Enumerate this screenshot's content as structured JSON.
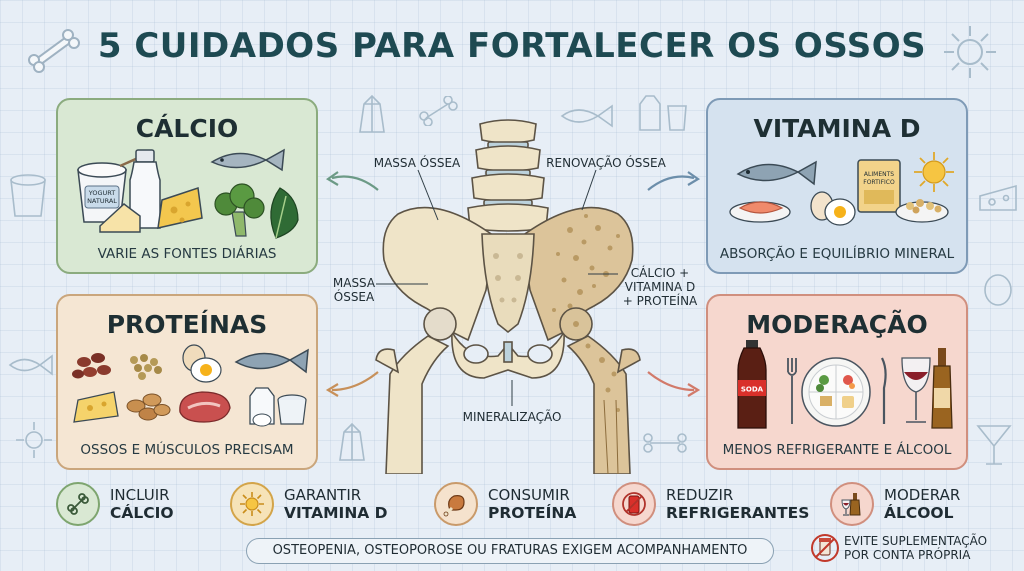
{
  "title": "5 CUIDADOS PARA FORTALECER OS OSSOS",
  "cards": {
    "calcio": {
      "title": "CÁLCIO",
      "caption": "VARIE AS FONTES DIÁRIAS",
      "yogurt_label": "YOGURT NATURAL"
    },
    "vitamina_d": {
      "title": "VITAMINA D",
      "caption": "ABSORÇÃO E EQUILÍBRIO MINERAL",
      "package_label": "ALIMENTS FORTIFICO"
    },
    "proteinas": {
      "title": "PROTEÍNAS",
      "caption": "OSSOS E MÚSCULOS PRECISAM"
    },
    "moderacao": {
      "title": "MODERAÇÃO",
      "caption": "MENOS REFRIGERANTE E ÁLCOOL",
      "soda_label": "SODA"
    }
  },
  "diagram_labels": {
    "top_left": "MASSA ÓSSEA",
    "top_right": "RENOVAÇÃO ÓSSEA",
    "mid_left": "MASSA ÓSSEA",
    "mid_right": "CÁLCIO + VITAMINA D + PROTEÍNA",
    "bottom": "MINERALIZAÇÃO"
  },
  "tips": [
    {
      "line1": "INCLUIR",
      "line2": "CÁLCIO",
      "icon": "bone-icon"
    },
    {
      "line1": "GARANTIR",
      "line2": "VITAMINA D",
      "icon": "sun-icon"
    },
    {
      "line1": "CONSUMIR",
      "line2": "PROTEÍNA",
      "icon": "drumstick-icon"
    },
    {
      "line1": "REDUZIR",
      "line2": "REFRIGERANTES",
      "icon": "no-soda-icon"
    },
    {
      "line1": "MODERAR",
      "line2": "ÁLCOOL",
      "icon": "wine-bottle-icon"
    }
  ],
  "footer": "OSTEOPENIA, OSTEOPOROSE OU FRATURAS EXIGEM ACOMPANHAMENTO",
  "warning": {
    "line1": "EVITE SUPLEMENTAÇÃO",
    "line2": "POR CONTA PRÓPRIA",
    "icon": "no-supplement-icon"
  },
  "colors": {
    "title": "#1e4a52",
    "calcio_bg": "#d9e8d3",
    "vitamina_bg": "#d5e2ef",
    "proteinas_bg": "#f5e6d3",
    "moderacao_bg": "#f6d7ce",
    "bone": "#efe4c8"
  }
}
